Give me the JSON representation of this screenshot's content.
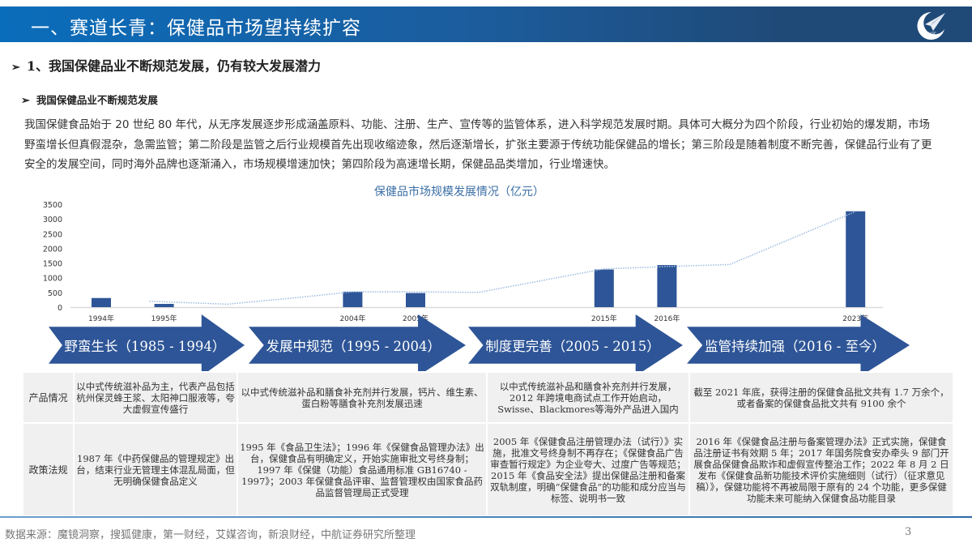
{
  "header": {
    "title": "一、赛道长青：保健品市场望持续扩容",
    "logo": "avic-plane-logo"
  },
  "section": {
    "title": "1、我国保健品业不断规范发展，仍有较大发展潜力",
    "subtitle": "我国保健品业不断规范发展"
  },
  "paragraph": "我国保健食品始于 20 世纪 80 年代，从无序发展逐步形成涵盖原料、功能、注册、生产、宣传等的监管体系，进入科学规范发展时期。具体可大概分为四个阶段，行业初始的爆发期，市场野蛮增长但真假混杂，急需监管；第二阶段是监管之后行业规模首先出现收缩迹象，然后逐渐增长，扩张主要源于传统功能保健品的增长；第三阶段是随着制度不断完善，保健品行业有了更安全的发展空间，同时海外品牌也逐渐涌入，市场规模增速加快；第四阶段为高速增长期，保健品品类增加，行业增速快。",
  "chart_data": {
    "type": "bar",
    "title": "保健品市场规模发展情况（亿元）",
    "categories": [
      "1994年",
      "1995年",
      "",
      "",
      "2004年",
      "2005年",
      "",
      "",
      "2015年",
      "2016年",
      "",
      "",
      "2023年"
    ],
    "values": [
      310,
      110,
      null,
      null,
      525,
      480,
      null,
      null,
      1280,
      1430,
      null,
      null,
      3260
    ],
    "trend_line": {
      "style": "dotted",
      "values": [
        null,
        200,
        100,
        300,
        520,
        520,
        500,
        900,
        1300,
        1380,
        1450,
        2350,
        3250
      ]
    },
    "yticks": [
      0,
      500,
      1000,
      1500,
      2000,
      2500,
      3000,
      3500
    ],
    "ylim": [
      0,
      3500
    ],
    "bar_color": "#2e5597",
    "line_color": "#9dbbe0",
    "grid": false
  },
  "stages": [
    {
      "label": "野蛮生长（1985 - 1994）"
    },
    {
      "label": "发展中规范（1995 - 2004）"
    },
    {
      "label": "制度更完善（2005 - 2015）"
    },
    {
      "label": "监管持续加强（2016 - 至今）"
    }
  ],
  "table": {
    "rows": [
      {
        "label": "产品情况",
        "cells": [
          "以中式传统滋补品为主，代表产品包括杭州保灵蜂王浆、太阳神口服液等，夸大虚假宣传盛行",
          "以中式传统滋补品和膳食补充剂并行发展，钙片、维生素、蛋白粉等膳食补充剂发展迅速",
          "以中式传统滋补品和膳食补充剂并行发展，2012 年跨境电商试点工作开始启动，Swisse、Blackmores等海外产品进入国内",
          "截至 2021 年底，获得注册的保健食品批文共有 1.7 万余个，或者备案的保健食品批文共有 9100 余个"
        ]
      },
      {
        "label": "政策法规",
        "cells": [
          "1987 年《中药保健品的管理规定》出台，结束行业无管理主体混乱局面，但无明确保健食品定义",
          "1995 年《食品卫生法》；1996 年《保健食品管理办法》出台，保健食品有明确定义，开始实施审批文号终身制；1997 年《保健（功能）食品通用标准 GB16740 - 1997》；2003 年保健食品评审、监督管理权由国家食品药品监督管理局正式受理",
          "2005 年《保健食品注册管理办法（试行）》实施，批准文号终身制不再存在；《保健食品广告审查暂行规定》为企业夸大、过度广告等规范；2015 年《食品安全法》提出保健品注册和备案双轨制度，明确“保健食品”的功能和成分应当与标签、说明书一致",
          "2016 年《保健食品注册与备案管理办法》正式实施，保健食品注册证书有效期 5 年；2017 年国务院食安办牵头 9 部门开展食品保健食品欺诈和虚假宣传整治工作；2022 年 8 月 2 日发布《保健食品新功能技术评价实施细则（试行）（征求意见稿）》，保健功能将不再被局限于原有的 24 个功能，更多保健功能未来可能纳入保健食品功能目录"
        ]
      }
    ]
  },
  "footer": {
    "source": "数据来源：魔镜洞察，搜狐健康，第一财经，艾媒咨询，新浪财经，中航证券研究所整理",
    "page": "3"
  }
}
